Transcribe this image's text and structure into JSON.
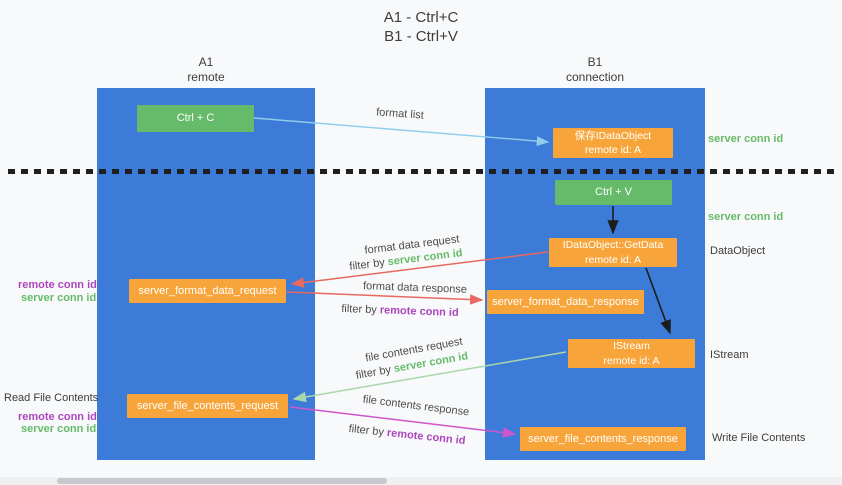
{
  "title": {
    "line1": "A1 - Ctrl+C",
    "line2": "B1 - Ctrl+V"
  },
  "lanes": {
    "left": {
      "name": "A1",
      "subtitle": "remote"
    },
    "right": {
      "name": "B1",
      "subtitle": "connection"
    }
  },
  "nodes": {
    "ctrl_c": {
      "label": "Ctrl + C"
    },
    "save_dataobject": {
      "line1": "保存IDataObject",
      "line2": "remote id: A"
    },
    "ctrl_v": {
      "label": "Ctrl + V"
    },
    "getdata": {
      "line1": "IDataObject::GetData",
      "line2": "remote id: A"
    },
    "format_request": {
      "label": "server_format_data_request"
    },
    "format_response": {
      "label": "server_format_data_response"
    },
    "istream": {
      "line1": "IStream",
      "line2": "remote id: A"
    },
    "file_request": {
      "label": "server_file_contents_request"
    },
    "file_response": {
      "label": "server_file_contents_response"
    }
  },
  "edge_labels": {
    "format_list": "format list",
    "format_data_request": "format data request",
    "format_data_response": "format data response",
    "file_contents_request": "file contents request",
    "file_contents_response": "file contents response",
    "filter_by": "filter by"
  },
  "terms": {
    "server_conn_id": "server conn id",
    "remote_conn_id": "remote conn id"
  },
  "side_labels": {
    "read_file_contents": "Read File Contents",
    "dataobject": "DataObject",
    "istream": "IStream",
    "write_file_contents": "Write File Contents"
  },
  "colors": {
    "bg": "#f8f9fa",
    "lane_blue": "#3d7bd9",
    "node_green": "#66bb6a",
    "node_orange": "#f7a53b",
    "arrow_blue": "#90cdea",
    "arrow_red": "#e8695f",
    "arrow_green": "#a9d7ab",
    "arrow_magenta": "#cd55cd",
    "arrow_black": "#1c1c1c",
    "text_green": "#66bb6a",
    "text_purple": "#ab47bc"
  }
}
